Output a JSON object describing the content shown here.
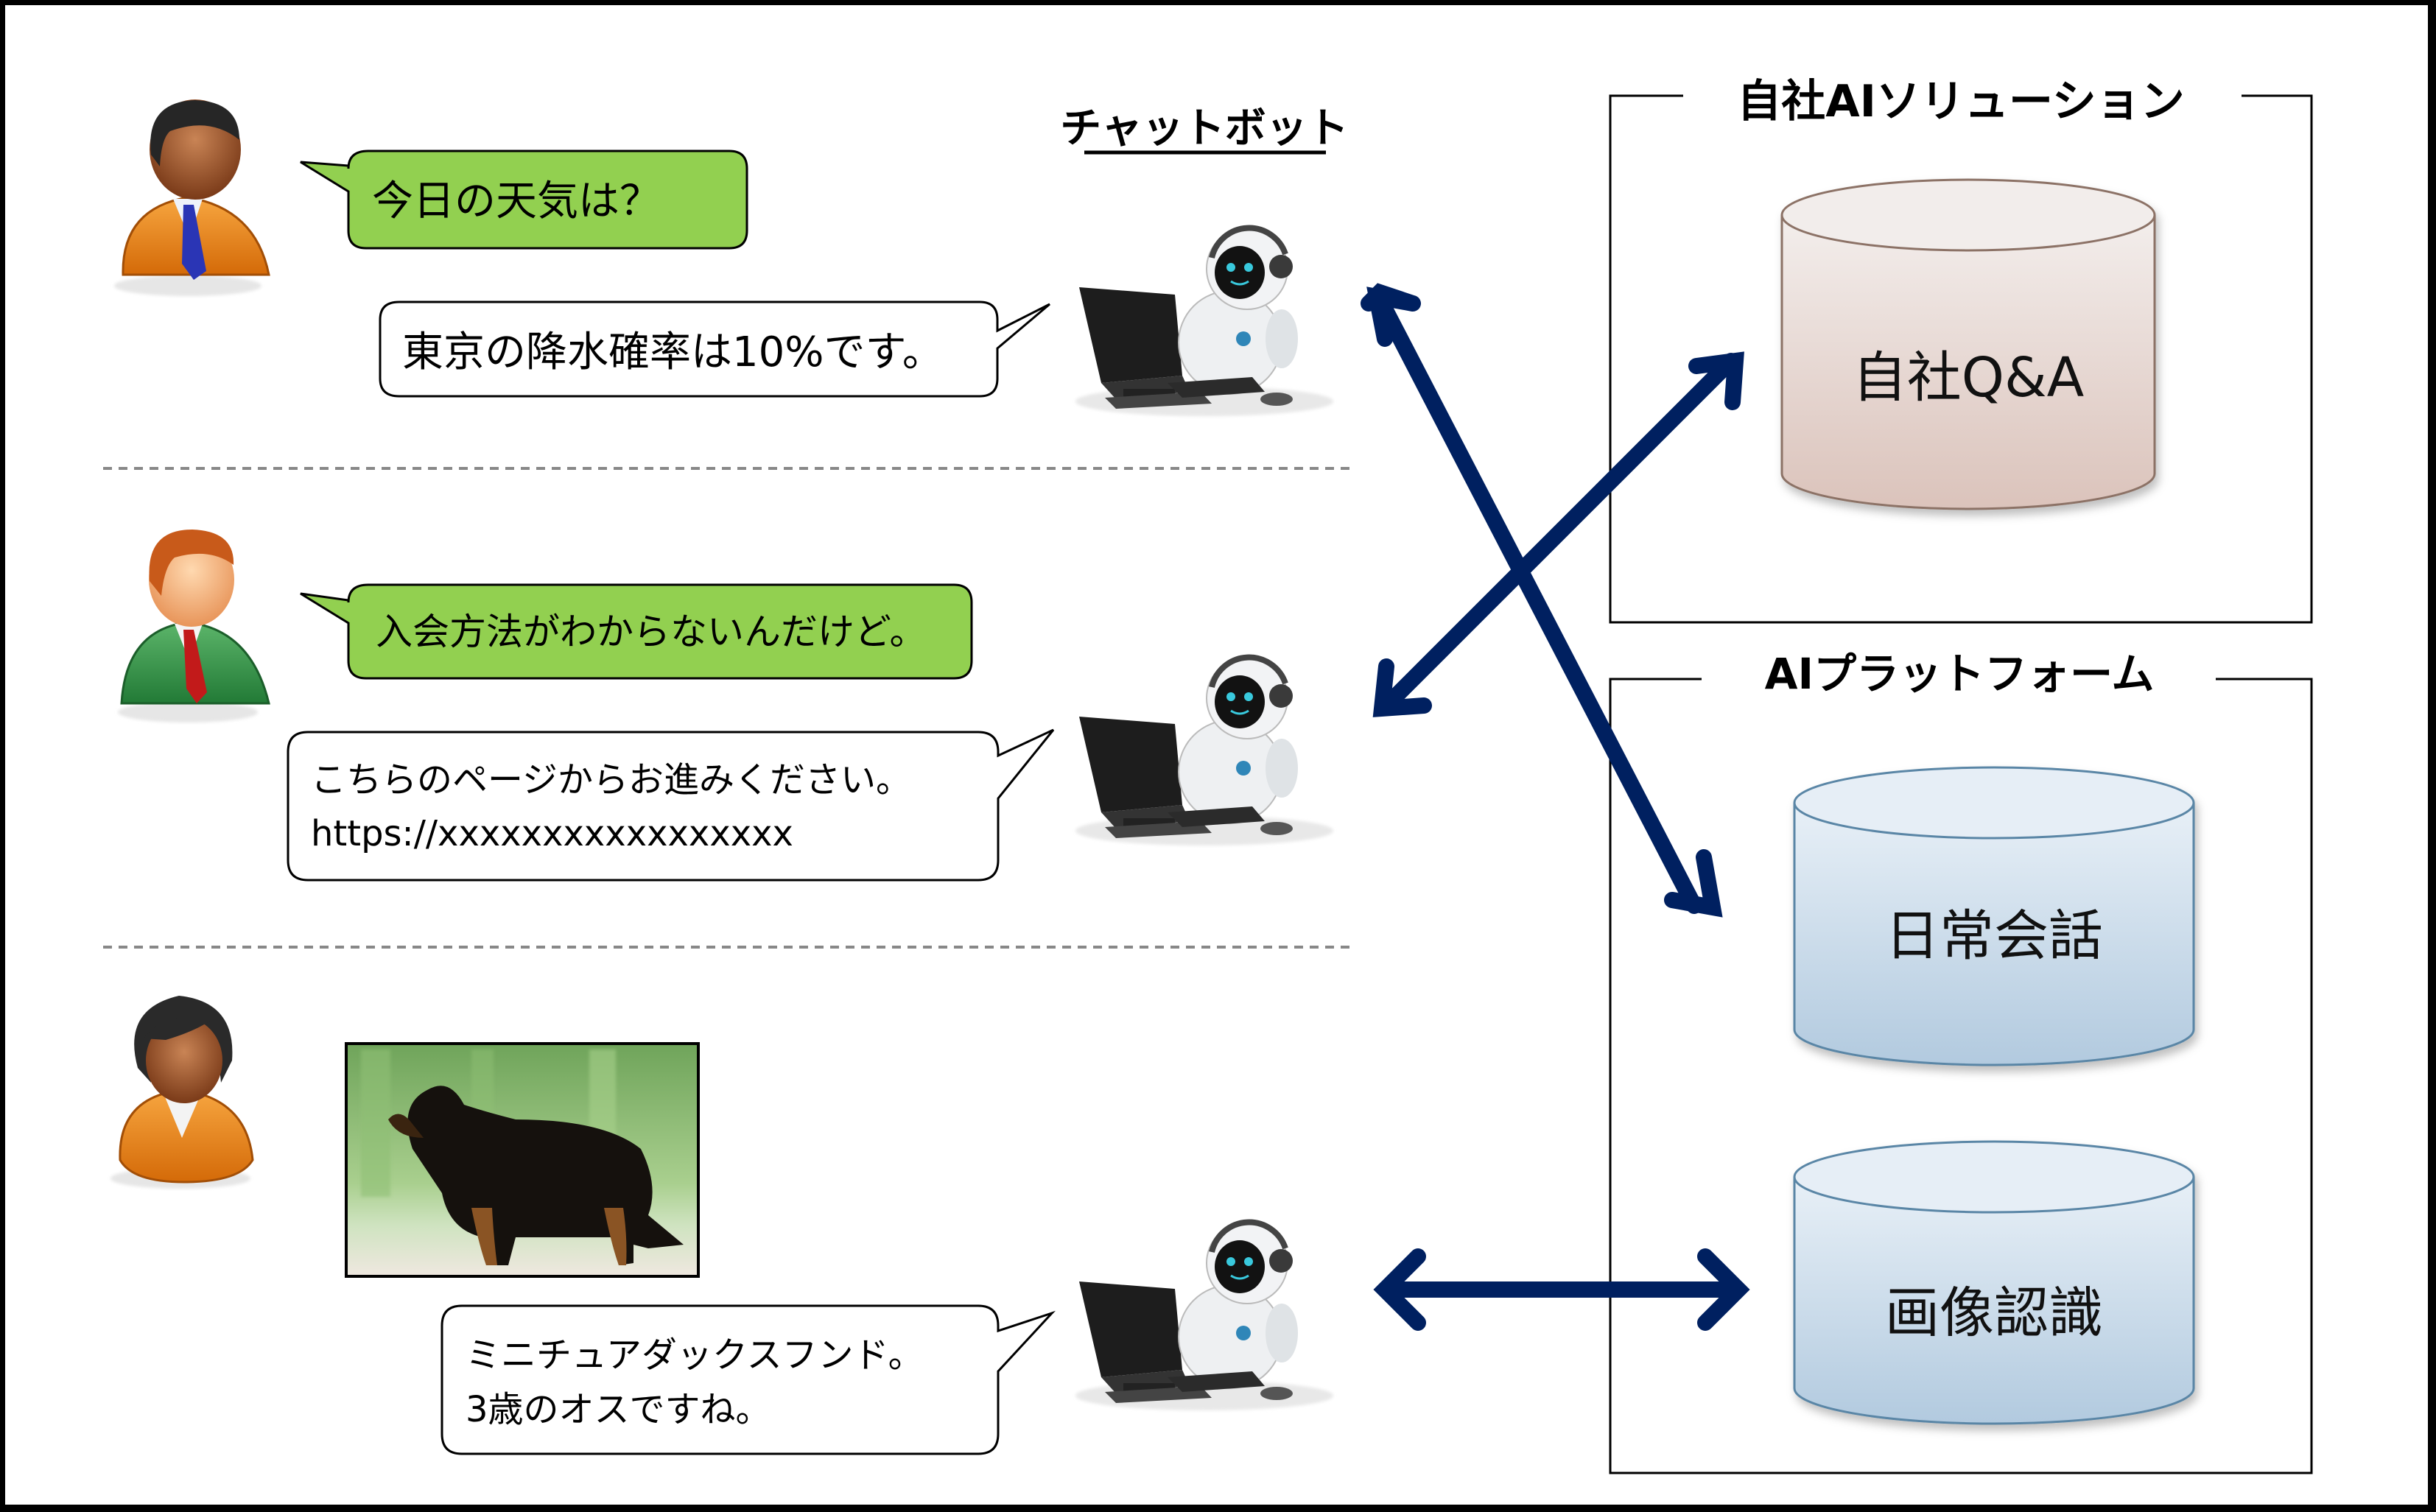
{
  "chatbot_label": "チャットボット",
  "groups": {
    "own_solution": {
      "title": "自社AIソリューション",
      "databases": [
        {
          "label": "自社Q&A",
          "theme": "rose"
        }
      ]
    },
    "ai_platform": {
      "title": "AIプラットフォーム",
      "databases": [
        {
          "label": "日常会話",
          "theme": "blue"
        },
        {
          "label": "画像認識",
          "theme": "blue"
        }
      ]
    }
  },
  "conversations": [
    {
      "user": {
        "icon": "user-orange-suit-blue-tie-icon",
        "message": "今日の天気は？"
      },
      "bot": {
        "icon": "robot-at-computer-icon",
        "lines": [
          "東京の降水確率は10%です。"
        ]
      },
      "connects_to": "日常会話"
    },
    {
      "user": {
        "icon": "user-green-suit-red-tie-icon",
        "message": "入会方法がわからないんだけど。"
      },
      "bot": {
        "icon": "robot-at-computer-icon",
        "lines": [
          "こちらのページからお進みください。",
          "https://xxxxxxxxxxxxxxxxx"
        ]
      },
      "connects_to": "自社Q&A"
    },
    {
      "user": {
        "icon": "user-woman-orange-icon",
        "attachment": "dachshund-photo"
      },
      "bot": {
        "icon": "robot-at-computer-icon",
        "lines": [
          "ミニチュアダックスフンド。",
          "3歳のオスですね。"
        ]
      },
      "connects_to": "画像認識"
    }
  ],
  "colors": {
    "frame": "#000000",
    "user_bubble": "#92d050",
    "bot_bubble": "#ffffff",
    "arrow": "#002060",
    "db_rose_top": "#f2ecea",
    "db_rose_bottom": "#dcc4bc",
    "db_rose_stroke": "#8c7266",
    "db_blue_top": "#e6eef6",
    "db_blue_bottom": "#b4cce0",
    "db_blue_stroke": "#5a86a6",
    "separator": "#888888"
  }
}
